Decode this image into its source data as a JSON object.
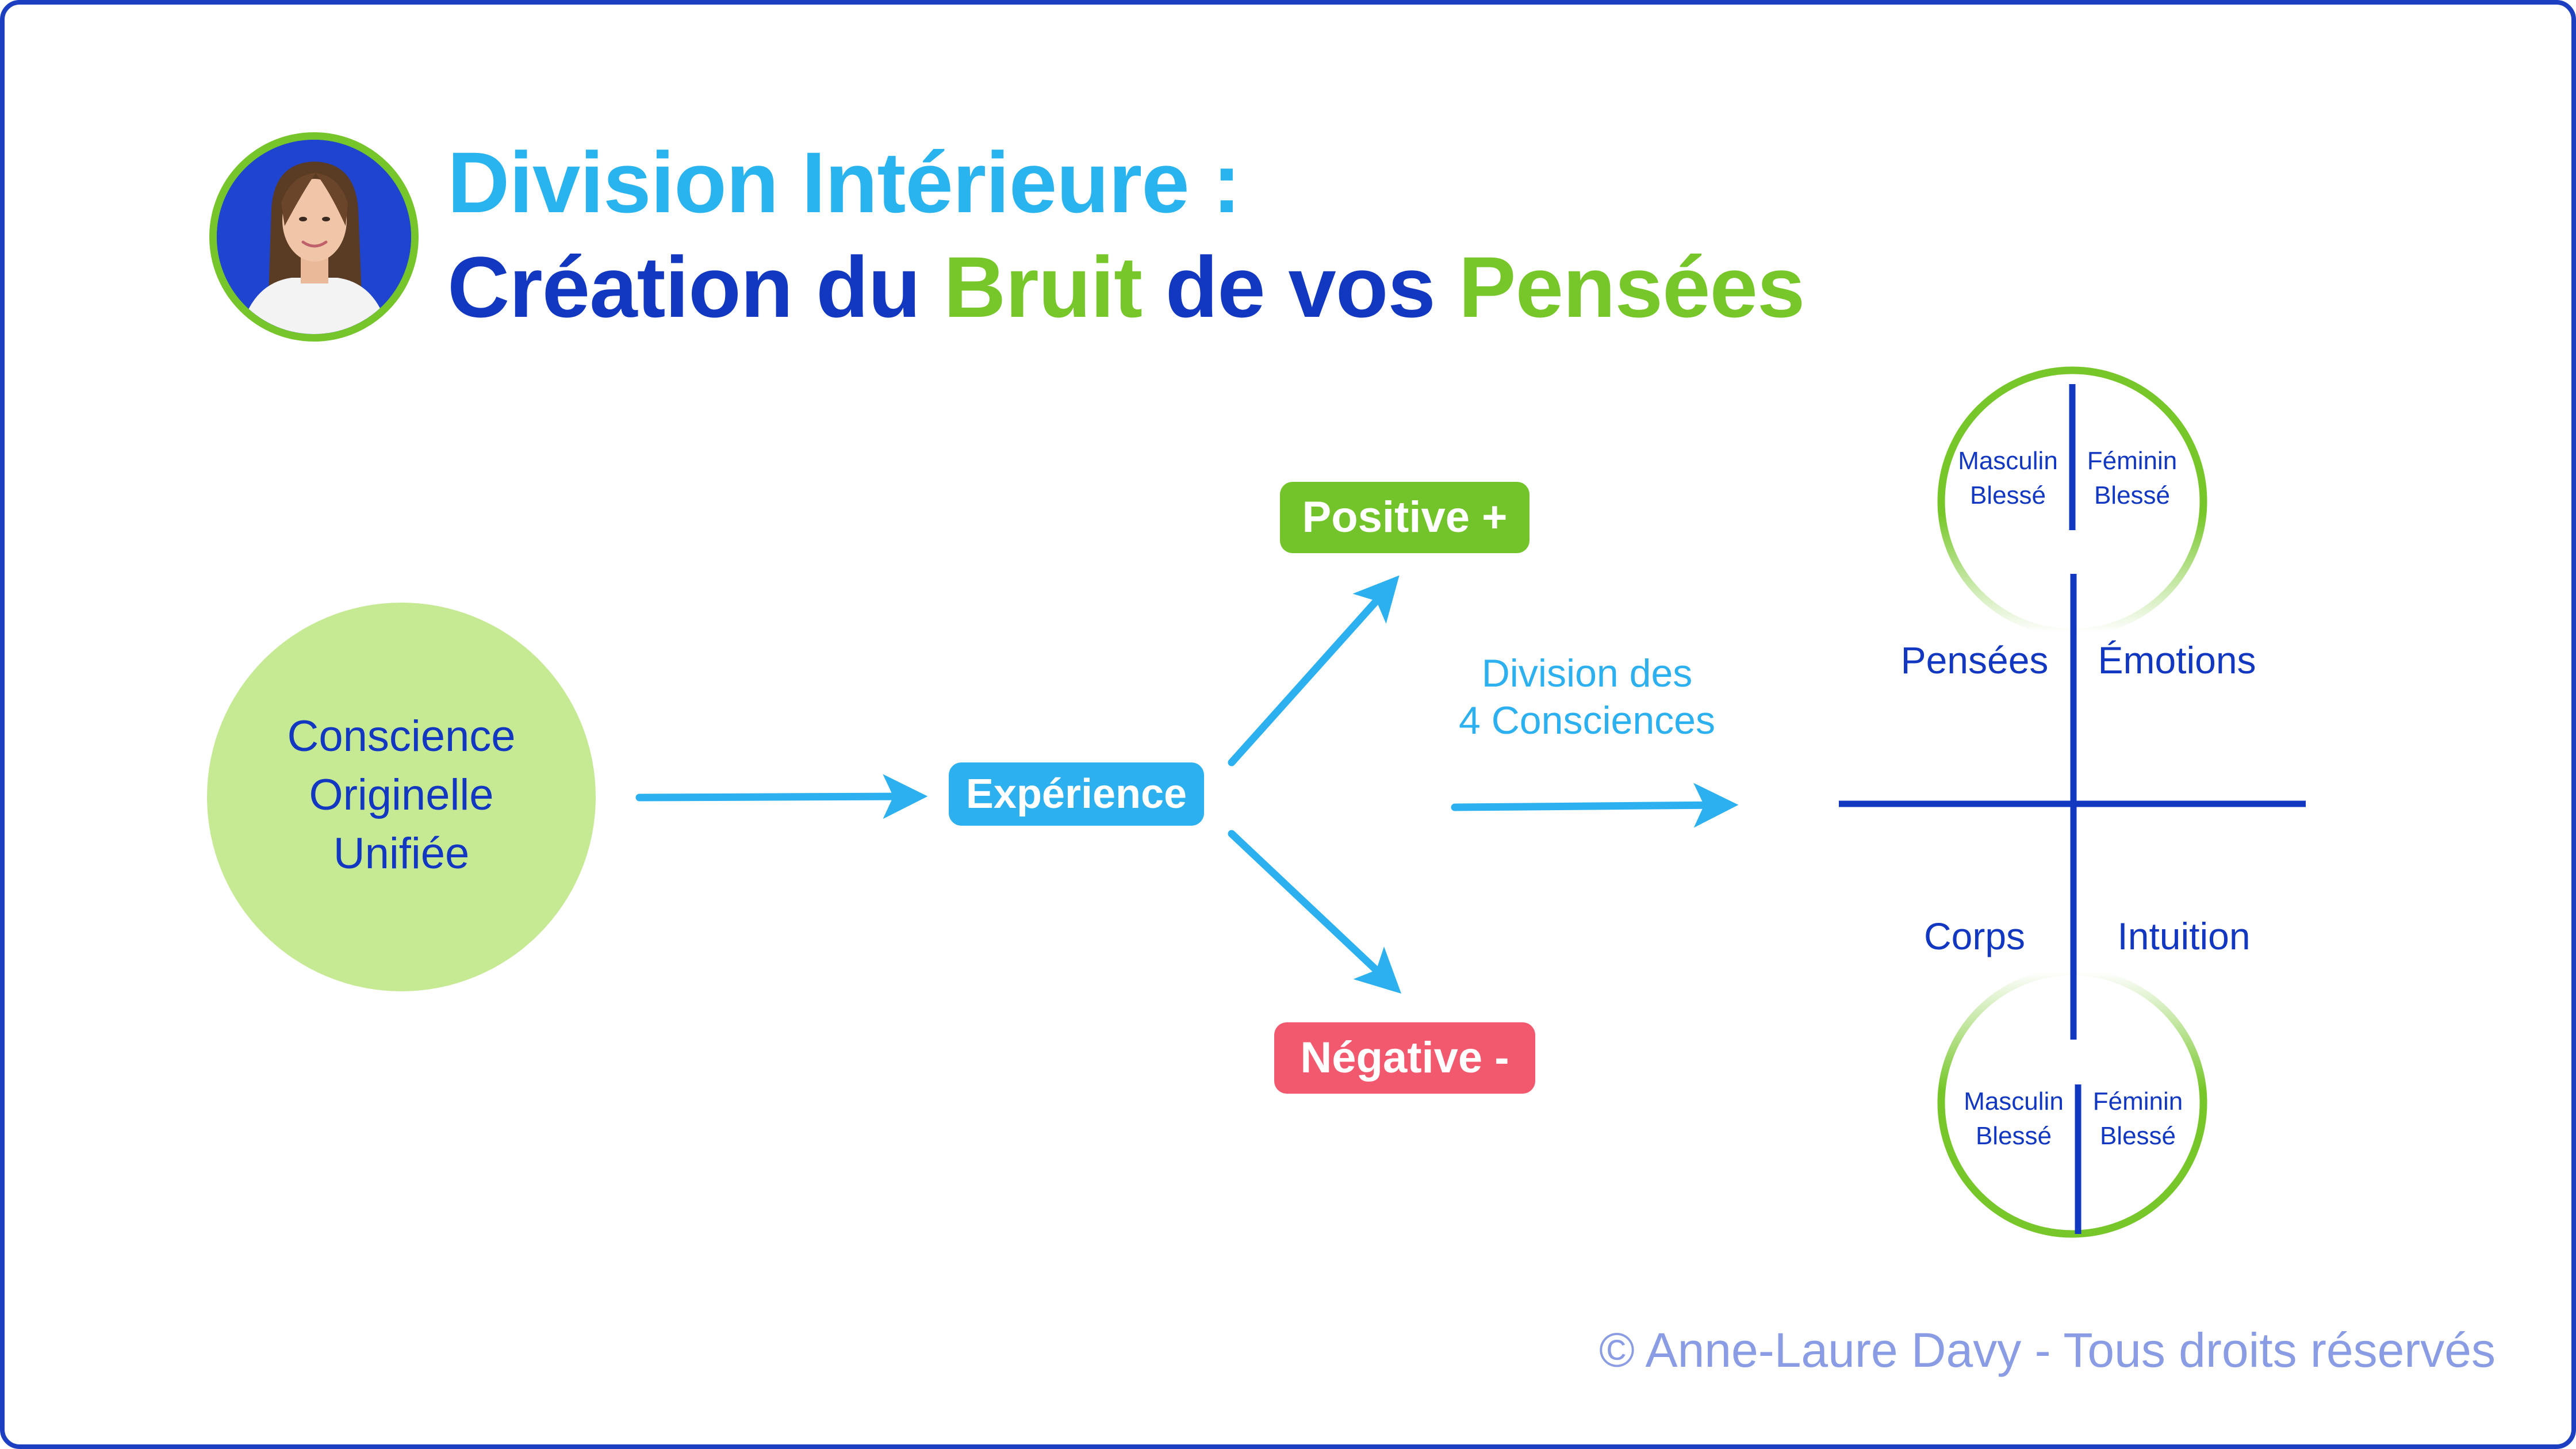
{
  "title": {
    "line1": "Division Intérieure :",
    "line2_part1": "Création du ",
    "line2_part2": "Bruit",
    "line2_part3": " de vos ",
    "line2_part4": "Pensées"
  },
  "origin": {
    "line1": "Conscience",
    "line2": "Originelle",
    "line3": "Unifiée"
  },
  "experience": "Expérience",
  "positive": "Positive +",
  "negative": "Négative -",
  "division_label": {
    "line1": "Division des",
    "line2": "4 Consciences"
  },
  "quadrants": {
    "top_left": "Pensées",
    "top_right": "Émotions",
    "bottom_left": "Corps",
    "bottom_right": "Intuition"
  },
  "top_circle": {
    "left_line1": "Masculin",
    "left_line2": "Blessé",
    "right_line1": "Féminin",
    "right_line2": "Blessé"
  },
  "bottom_circle": {
    "left_line1": "Masculin",
    "left_line2": "Blessé",
    "right_line1": "Féminin",
    "right_line2": "Blessé"
  },
  "copyright": "© Anne-Laure Davy - Tous droits réservés",
  "colors": {
    "dark_blue": "#1238c2",
    "light_blue": "#2cb0f0",
    "green": "#77c72a",
    "light_green": "#c6e994",
    "red": "#f2596e",
    "muted_blue": "#8a9ce4",
    "frame_border": "#1c3fc2"
  },
  "icons": {
    "avatar": "portrait-photo",
    "arrows": "arrow-right-icon"
  }
}
